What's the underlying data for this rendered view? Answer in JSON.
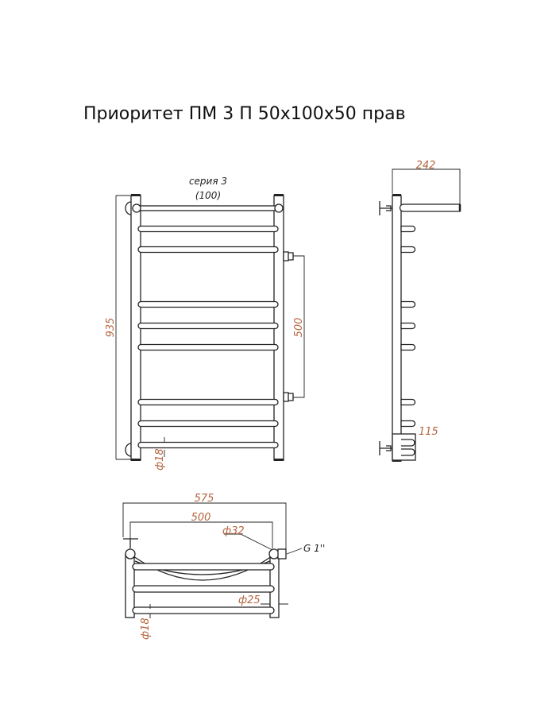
{
  "title": "Приоритет ПМ 3 П 50x100x50 прав",
  "front_view": {
    "series_label": "серия 3",
    "series_sub": "(100)",
    "height_dim": "935",
    "connection_dim": "500",
    "rail_diameter": "ф18"
  },
  "side_view": {
    "depth_dim": "242",
    "bottom_dim": "115"
  },
  "top_view": {
    "width_dim": "575",
    "center_dim": "500",
    "collector_diameter": "ф32",
    "thread": "G 1''",
    "post_diameter": "ф25",
    "rail_diameter": "ф18"
  },
  "colors": {
    "dimension_text": "#b5653f",
    "line": "#222222"
  }
}
